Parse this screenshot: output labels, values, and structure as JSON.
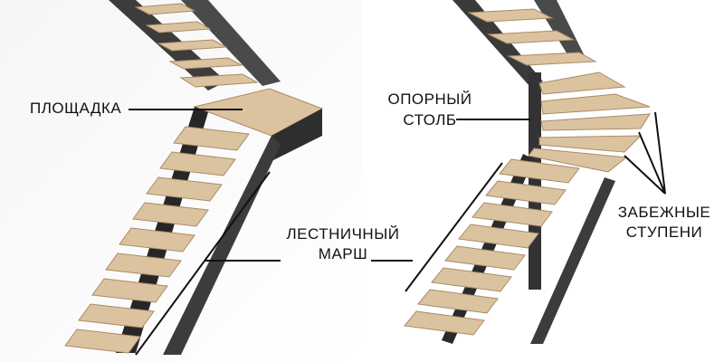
{
  "labels": {
    "landing": "ПЛОЩАДКА",
    "flight_line1": "ЛЕСТНИЧНЫЙ",
    "flight_line2": "МАРШ",
    "newel_line1": "ОПОРНЫЙ",
    "newel_line2": "СТОЛБ",
    "winder_line1": "ЗАБЕЖНЫЕ",
    "winder_line2": "СТУПЕНИ"
  },
  "colors": {
    "background": "#ffffff",
    "tread_top": "#dcc3a0",
    "tread_edge": "#a88b66",
    "stringer": "#3c3c3c",
    "stringer_dark": "#262626",
    "wall_shadow": "#ececec",
    "leader_line": "#111111"
  }
}
